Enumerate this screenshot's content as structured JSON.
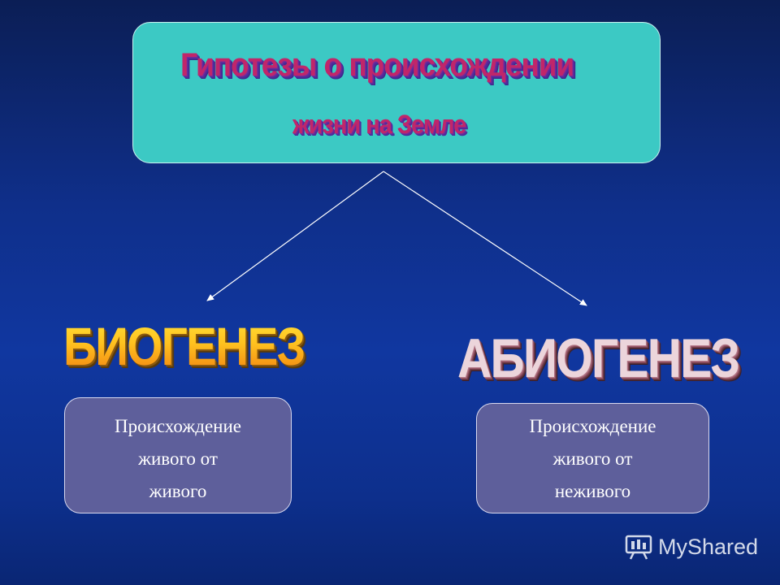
{
  "header": {
    "line1": "Гипотезы о происхождении",
    "line2": "жизни на Земле"
  },
  "branches": {
    "left": {
      "title": "БИОГЕНЕЗ",
      "description": [
        "Происхождение",
        "живого от",
        "живого"
      ]
    },
    "right": {
      "title": "АБИОГЕНЕЗ",
      "description": [
        "Происхождение",
        "живого от",
        "неживого"
      ]
    }
  },
  "watermark": {
    "text": "MyShared",
    "icon": "myshared-logo-icon"
  },
  "colors": {
    "header_box": "#3cc9c4",
    "header_text": "#c0266a",
    "sub_box": "#5e5f9b",
    "biogenesis_text": "#f7a318",
    "abiogenesis_text": "#ecd5db"
  }
}
